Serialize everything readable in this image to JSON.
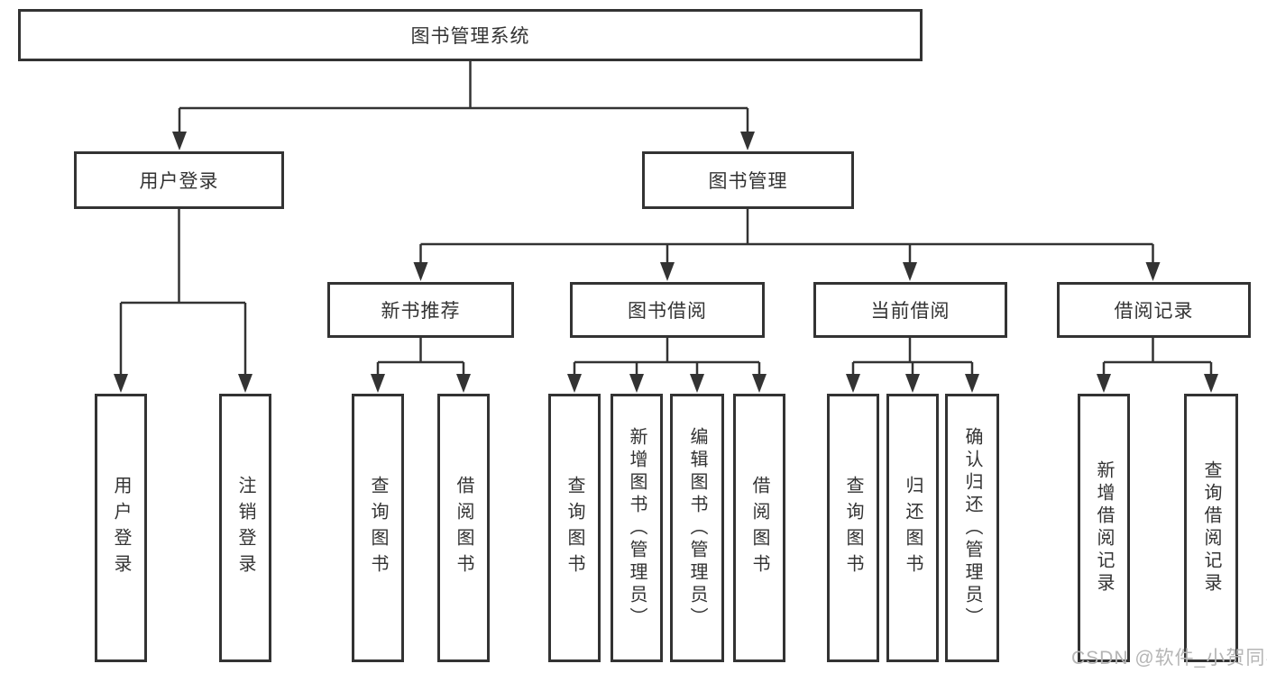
{
  "nodes": {
    "root": "图书管理系统",
    "user_login": "用户登录",
    "book_mgmt": "图书管理",
    "new_book_recommend": "新书推荐",
    "book_borrow": "图书借阅",
    "current_borrow": "当前借阅",
    "borrow_records": "借阅记录",
    "leaves": {
      "user_login": "用户登录",
      "logout": "注销登录",
      "nb_query_book": "查询图书",
      "nb_borrow_book": "借阅图书",
      "bb_query_book": "查询图书",
      "bb_add_book": "新增图书（管理员）",
      "bb_edit_book": "编辑图书（管理员）",
      "bb_borrow_book": "借阅图书",
      "cb_query_book": "查询图书",
      "cb_return_book": "归还图书",
      "cb_confirm_return": "确认归还（管理员）",
      "br_add_record": "新增借阅记录",
      "br_query_record": "查询借阅记录"
    }
  },
  "watermark": "CSDN @软件_小贺同学",
  "colors": {
    "line": "#333333",
    "text": "#333333",
    "watermark": "#b5b5b5",
    "background": "#ffffff"
  }
}
